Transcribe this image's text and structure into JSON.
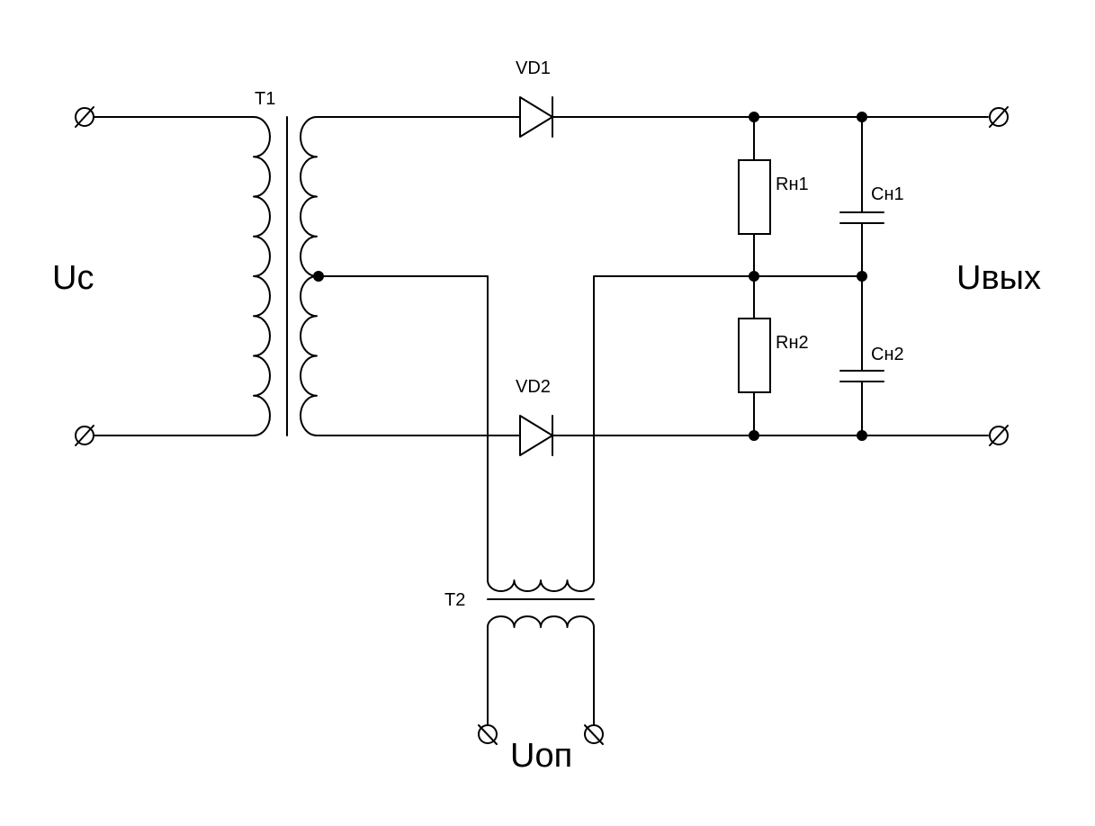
{
  "labels": {
    "input_voltage": "Uc",
    "output_voltage": "Uвых",
    "reference_voltage": "Uоп",
    "transformer_1": "T1",
    "transformer_2": "T2",
    "diode_1": "VD1",
    "diode_2": "VD2",
    "resistor_1": "Rн1",
    "resistor_2": "Rн2",
    "capacitor_1": "Cн1",
    "capacitor_2": "Cн2"
  }
}
